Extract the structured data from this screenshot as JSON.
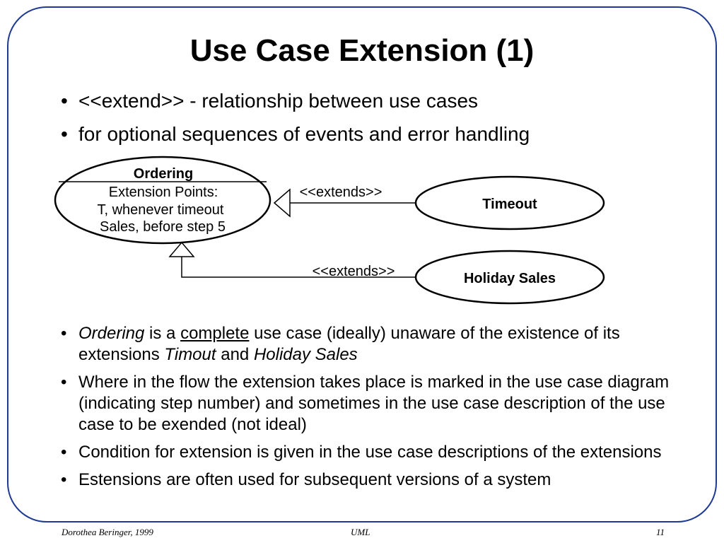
{
  "slide": {
    "title": "Use Case Extension (1)",
    "bullets_top": [
      "<<extend>> - relationship between use cases",
      "for optional sequences of events and error handling"
    ],
    "bullets_bottom": {
      "b1": {
        "p1": "Ordering",
        "p2": " is a ",
        "p3": "complete",
        "p4": " use case (ideally) unaware of the existence of its extensions ",
        "p5": "Timout",
        "p6": " and ",
        "p7": "Holiday Sales"
      },
      "b2": "Where in the flow the extension takes place is marked in the use case diagram (indicating step number) and sometimes in the use case description of the use case to be exended (not ideal)",
      "b3": "Condition for extension is given in the use case descriptions of the extensions",
      "b4": "Estensions are often used for subsequent versions of a system"
    }
  },
  "diagram": {
    "ordering": {
      "name": "Ordering",
      "ext_title": "Extension Points:",
      "ext_points": [
        "T, whenever timeout",
        "Sales, before step 5"
      ]
    },
    "timeout": {
      "name": "Timeout"
    },
    "holiday": {
      "name": "Holiday Sales"
    },
    "extends_label_1": "<<extends>>",
    "extends_label_2": "<<extends>>"
  },
  "footer": {
    "author": "Dorothea Beringer, 1999",
    "topic": "UML",
    "page": "11"
  },
  "colors": {
    "frame": "#1f3a93",
    "text": "#000000"
  }
}
